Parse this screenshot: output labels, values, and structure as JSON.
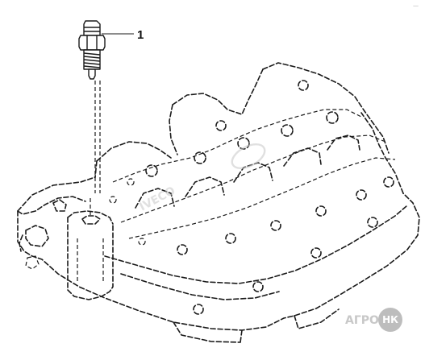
{
  "diagram": {
    "callouts": [
      {
        "id": "1",
        "label": "1"
      }
    ],
    "parts": {
      "sensor": {
        "icon": "temperature-sensor-icon"
      },
      "cylinder_head": {
        "icon": "cylinder-head-icon"
      }
    }
  },
  "watermarks": {
    "center_logo": "IVECO",
    "brand_prefix": "АГРО",
    "brand_badge": "НК",
    "corner_mark": "—"
  },
  "colors": {
    "line": "#1a1a1a",
    "watermark": "#c8c8c8",
    "badge": "#bdbdbd"
  }
}
